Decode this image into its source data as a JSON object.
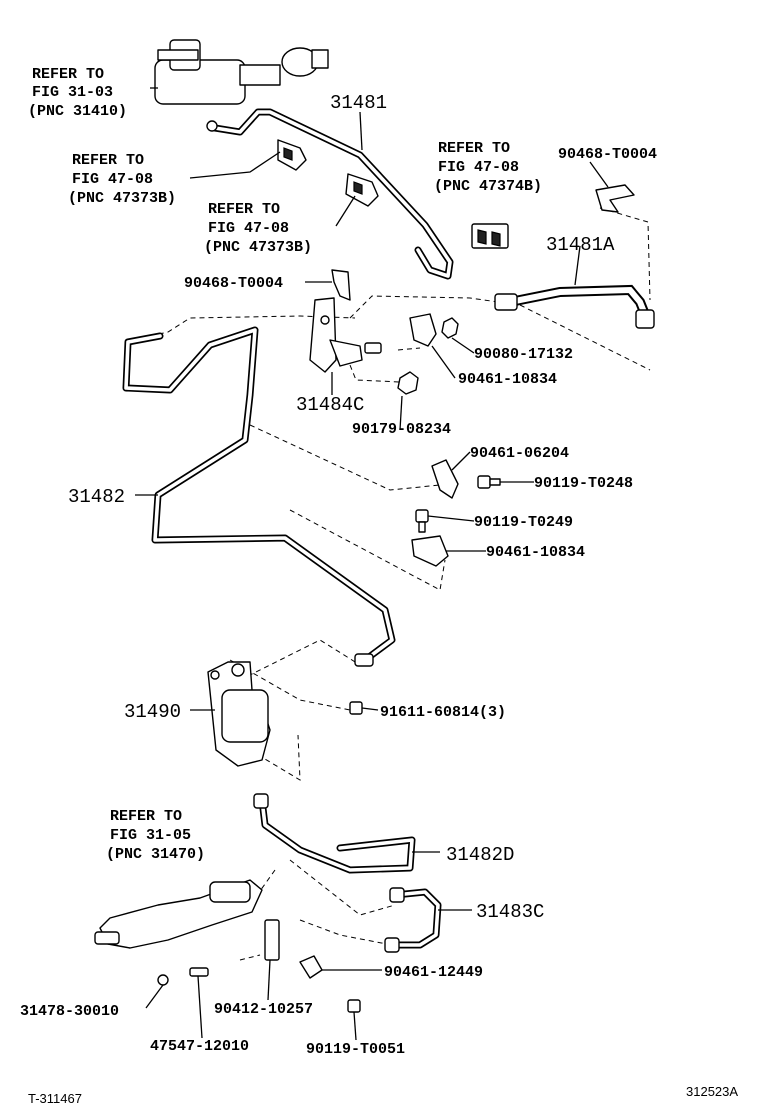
{
  "illustration_code": "T-311467",
  "figure_code": "312523A",
  "references": [
    {
      "id": "ref-31410",
      "lines": [
        "REFER TO",
        "FIG 31-03",
        "(PNC 31410)"
      ]
    },
    {
      "id": "ref-47373b-a",
      "lines": [
        "REFER TO",
        "FIG 47-08",
        "(PNC 47373B)"
      ]
    },
    {
      "id": "ref-47373b-b",
      "lines": [
        "REFER TO",
        "FIG 47-08",
        "(PNC 47373B)"
      ]
    },
    {
      "id": "ref-47374b",
      "lines": [
        "REFER TO",
        "FIG 47-08",
        "(PNC 47374B)"
      ]
    },
    {
      "id": "ref-31470",
      "lines": [
        "REFER TO",
        "FIG 31-05",
        "(PNC 31470)"
      ]
    }
  ],
  "parts": {
    "p31481": "31481",
    "p31481a": "31481A",
    "p31484c": "31484C",
    "p31482": "31482",
    "p31490": "31490",
    "p31482d": "31482D",
    "p31483c": "31483C",
    "clip_top_right": "90468-T0004",
    "clip_mid": "90468-T0004",
    "nut_17132": "90080-17132",
    "clamp_10834_a": "90461-10834",
    "nut_08234": "90179-08234",
    "clamp_06204": "90461-06204",
    "bolt_t0248": "90119-T0248",
    "bolt_t0249": "90119-T0249",
    "clamp_10834_b": "90461-10834",
    "bolt_60814": "91611-60814(3)",
    "clamp_12449": "90461-12449",
    "cap_30010": "31478-30010",
    "bracket_10257": "90412-10257",
    "bolt_t0051": "90119-T0051",
    "bleeder_12010": "47547-12010"
  }
}
